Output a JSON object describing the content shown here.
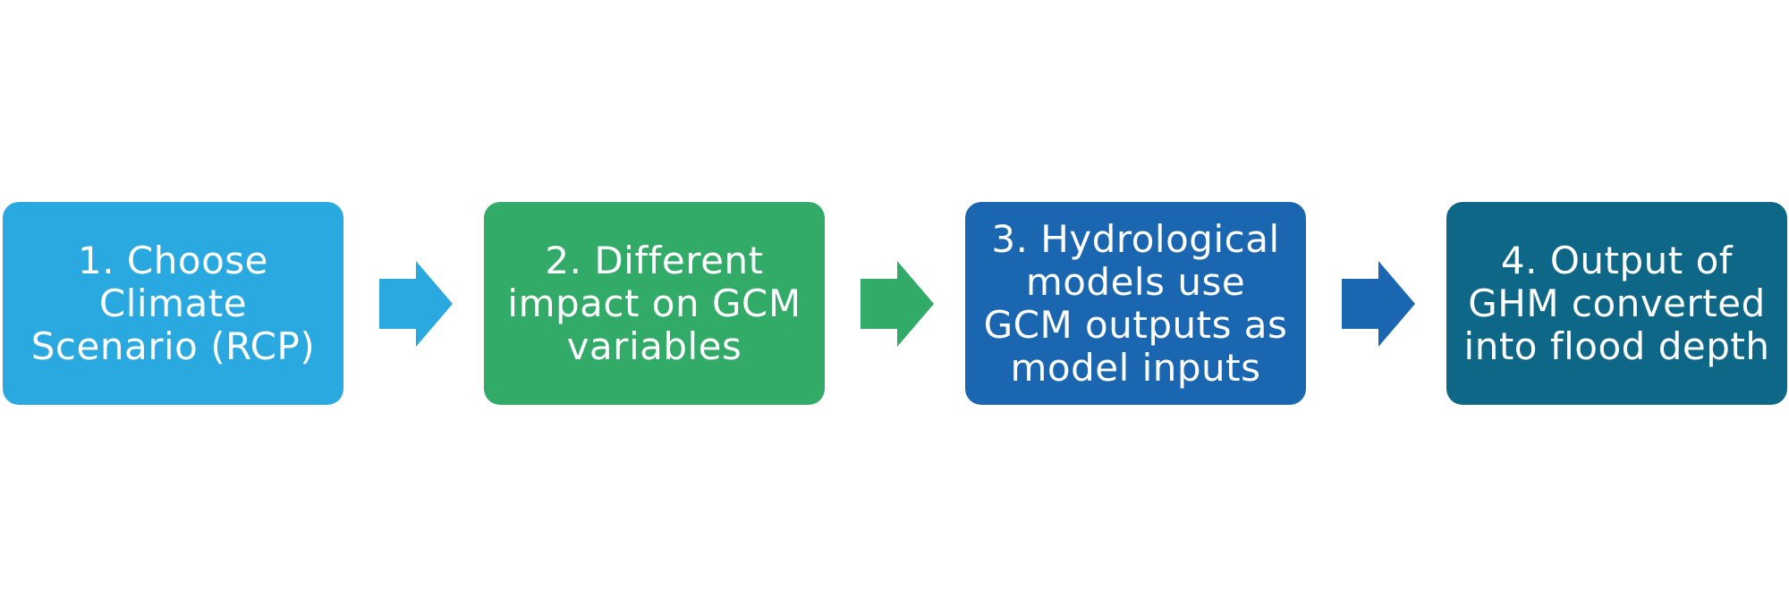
{
  "steps": [
    {
      "label": "1. Choose\nClimate\nScenario (RCP)",
      "color": "#2aa9e1"
    },
    {
      "label": "2. Different\nimpact on GCM\nvariables",
      "color": "#31ab67"
    },
    {
      "label": "3. Hydrological\nmodels use\nGCM outputs as\nmodel inputs",
      "color": "#1b66b0"
    },
    {
      "label": "4. Output of\nGHM converted\ninto flood depth",
      "color": "#0f6787"
    }
  ],
  "arrows": [
    {
      "icon": "right-arrow-icon",
      "color": "#2aa9e1"
    },
    {
      "icon": "right-arrow-icon",
      "color": "#31ab67"
    },
    {
      "icon": "right-arrow-icon",
      "color": "#1b66b0"
    }
  ]
}
